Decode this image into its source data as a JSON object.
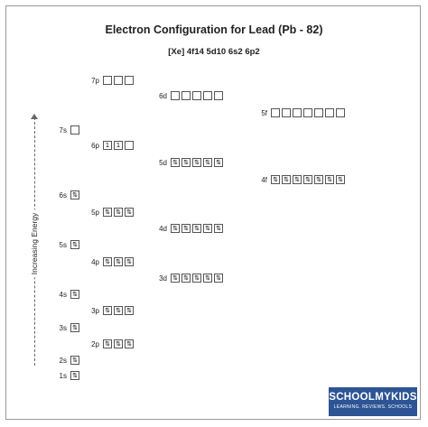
{
  "title": "Electron Configuration for Lead (Pb - 82)",
  "configuration": "[Xe] 4f14 5d10 6s2 6p2",
  "axis_label": "Increasing Energy",
  "logo": {
    "brand": "SCHOOLMYKIDS",
    "tagline": "LEARNING. REVIEWS. SCHOOLS"
  },
  "up_arrow_glyph": "1",
  "pair_glyph": "⇅",
  "orbitals": [
    {
      "name": "7p",
      "boxes": 3,
      "electrons": 0
    },
    {
      "name": "6d",
      "boxes": 5,
      "electrons": 0
    },
    {
      "name": "5f",
      "boxes": 7,
      "electrons": 0
    },
    {
      "name": "7s",
      "boxes": 1,
      "electrons": 0
    },
    {
      "name": "6p",
      "boxes": 3,
      "electrons": 2
    },
    {
      "name": "5d",
      "boxes": 5,
      "electrons": 10
    },
    {
      "name": "4f",
      "boxes": 7,
      "electrons": 14
    },
    {
      "name": "6s",
      "boxes": 1,
      "electrons": 2
    },
    {
      "name": "5p",
      "boxes": 3,
      "electrons": 6
    },
    {
      "name": "4d",
      "boxes": 5,
      "electrons": 10
    },
    {
      "name": "5s",
      "boxes": 1,
      "electrons": 2
    },
    {
      "name": "4p",
      "boxes": 3,
      "electrons": 6
    },
    {
      "name": "3d",
      "boxes": 5,
      "electrons": 10
    },
    {
      "name": "4s",
      "boxes": 1,
      "electrons": 2
    },
    {
      "name": "3p",
      "boxes": 3,
      "electrons": 6
    },
    {
      "name": "3s",
      "boxes": 1,
      "electrons": 2
    },
    {
      "name": "2p",
      "boxes": 3,
      "electrons": 6
    },
    {
      "name": "2s",
      "boxes": 1,
      "electrons": 2
    },
    {
      "name": "1s",
      "boxes": 1,
      "electrons": 2
    }
  ]
}
